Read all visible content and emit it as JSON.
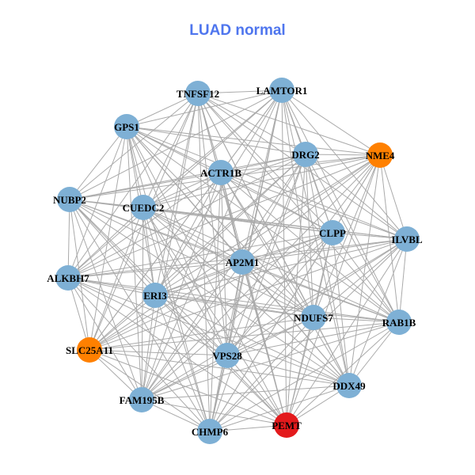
{
  "title": "LUAD normal",
  "colors": {
    "default": "#7eb0d5",
    "orange": "#ff8000",
    "red": "#e31a1c",
    "edge": "#aaaaaa"
  },
  "nodes": [
    {
      "id": "TNFSF12",
      "color": "default"
    },
    {
      "id": "LAMTOR1",
      "color": "default"
    },
    {
      "id": "GPS1",
      "color": "default"
    },
    {
      "id": "DRG2",
      "color": "default"
    },
    {
      "id": "NME4",
      "color": "orange"
    },
    {
      "id": "ACTR1B",
      "color": "default"
    },
    {
      "id": "NUBP2",
      "color": "default"
    },
    {
      "id": "CUEDC2",
      "color": "default"
    },
    {
      "id": "CLPP",
      "color": "default"
    },
    {
      "id": "ILVBL",
      "color": "default"
    },
    {
      "id": "AP2M1",
      "color": "default"
    },
    {
      "id": "ALKBH7",
      "color": "default"
    },
    {
      "id": "ERI3",
      "color": "default"
    },
    {
      "id": "NDUFS7",
      "color": "default"
    },
    {
      "id": "RAB1B",
      "color": "default"
    },
    {
      "id": "SLC25A11",
      "color": "orange"
    },
    {
      "id": "VPS28",
      "color": "default"
    },
    {
      "id": "DDX49",
      "color": "default"
    },
    {
      "id": "FAM195B",
      "color": "default"
    },
    {
      "id": "CHMP6",
      "color": "default"
    },
    {
      "id": "PEMT",
      "color": "red"
    }
  ]
}
